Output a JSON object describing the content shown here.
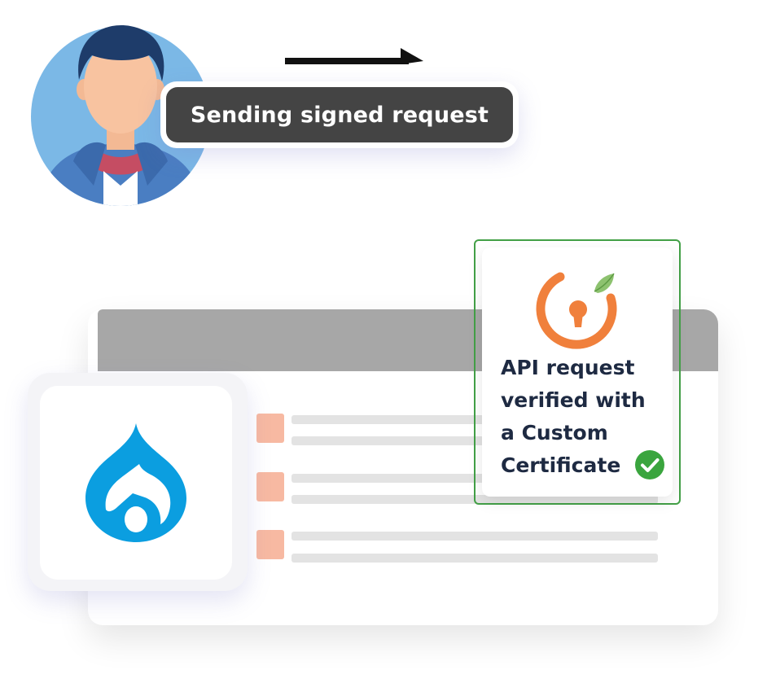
{
  "bubble": {
    "text": "Sending signed request"
  },
  "verification": {
    "lines": [
      "API request",
      "verified with",
      "a Custom",
      "Certificate"
    ]
  },
  "colors": {
    "pill": "#444444",
    "accent_orange": "#f0803c",
    "leaf_green": "#8dc26f",
    "check_green": "#3aa53e",
    "drupal_blue": "#0b9ee0",
    "row_marker": "#f7b9a2",
    "title_bar": "#a7a7a7"
  },
  "icons": {
    "user": "user-avatar-icon",
    "arrow": "arrow-right-icon",
    "drupal": "drupal-logo-icon",
    "security": "keyhole-shield-icon",
    "verified": "check-circle-icon"
  }
}
